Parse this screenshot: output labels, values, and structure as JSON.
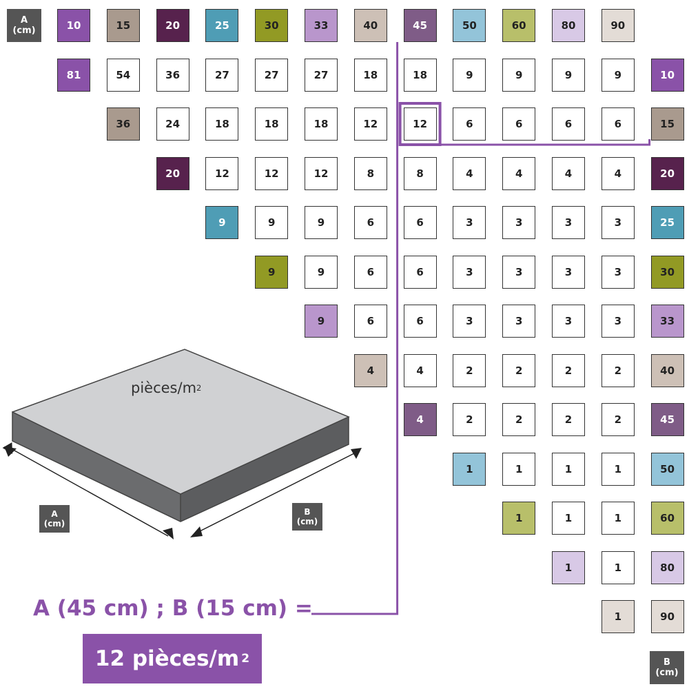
{
  "unit_labels": {
    "a_label": "A",
    "b_label": "B",
    "unit": "(cm)"
  },
  "column_headers": [
    {
      "value": "10",
      "color": "#8a52a8"
    },
    {
      "value": "15",
      "color": "#a99a8e"
    },
    {
      "value": "20",
      "color": "#57224d"
    },
    {
      "value": "25",
      "color": "#4f9db5"
    },
    {
      "value": "30",
      "color": "#929a24"
    },
    {
      "value": "33",
      "color": "#b996cc"
    },
    {
      "value": "40",
      "color": "#cdc0b6"
    },
    {
      "value": "45",
      "color": "#7f5c87"
    },
    {
      "value": "50",
      "color": "#93c4d9"
    },
    {
      "value": "60",
      "color": "#b8bf6a"
    },
    {
      "value": "80",
      "color": "#d8c9e6"
    },
    {
      "value": "90",
      "color": "#e3dcd6"
    }
  ],
  "row_headers": [
    {
      "value": "10",
      "color": "#8a52a8"
    },
    {
      "value": "15",
      "color": "#a99a8e"
    },
    {
      "value": "20",
      "color": "#57224d"
    },
    {
      "value": "25",
      "color": "#4f9db5"
    },
    {
      "value": "30",
      "color": "#929a24"
    },
    {
      "value": "33",
      "color": "#b996cc"
    },
    {
      "value": "40",
      "color": "#cdc0b6"
    },
    {
      "value": "45",
      "color": "#7f5c87"
    },
    {
      "value": "50",
      "color": "#93c4d9"
    },
    {
      "value": "60",
      "color": "#b8bf6a"
    },
    {
      "value": "80",
      "color": "#d8c9e6"
    },
    {
      "value": "90",
      "color": "#e3dcd6"
    }
  ],
  "rows": [
    [
      "81",
      "54",
      "36",
      "27",
      "27",
      "27",
      "18",
      "18",
      "9",
      "9",
      "9",
      "9"
    ],
    [
      "36",
      "24",
      "18",
      "18",
      "18",
      "12",
      "12",
      "6",
      "6",
      "6",
      "6"
    ],
    [
      "20",
      "12",
      "12",
      "12",
      "8",
      "8",
      "4",
      "4",
      "4",
      "4"
    ],
    [
      "9",
      "9",
      "9",
      "6",
      "6",
      "3",
      "3",
      "3",
      "3"
    ],
    [
      "9",
      "9",
      "6",
      "6",
      "3",
      "3",
      "3",
      "3"
    ],
    [
      "9",
      "6",
      "6",
      "3",
      "3",
      "3",
      "3"
    ],
    [
      "4",
      "4",
      "2",
      "2",
      "2",
      "2"
    ],
    [
      "4",
      "2",
      "2",
      "2",
      "2"
    ],
    [
      "1",
      "1",
      "1",
      "1"
    ],
    [
      "1",
      "1",
      "1"
    ],
    [
      "1",
      "1"
    ],
    [
      "1"
    ]
  ],
  "highlight": {
    "row": "15",
    "column": "45",
    "value": "12",
    "color": "#8a52a8"
  },
  "tile": {
    "label": "pièces/m",
    "label_sup": "2",
    "top_color": "#d0d1d3",
    "side_color": "#6b6c6e"
  },
  "formula": {
    "text": "A (45 cm) ; B (15 cm) ="
  },
  "result": {
    "text": "12 pièces/m",
    "sup": "2"
  }
}
